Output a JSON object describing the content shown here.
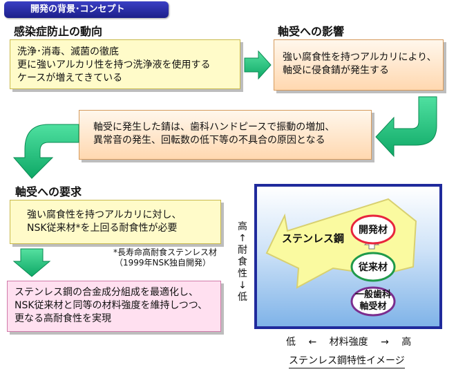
{
  "header": {
    "title": "開発の背景･コンセプト"
  },
  "sections": {
    "infection": {
      "heading": "感染症防止の動向",
      "lines": [
        "洗浄･消毒、滅菌の徹底",
        "更に強いアルカリ性を持つ洗浄液を使用する",
        "ケースが増えてきている"
      ]
    },
    "bearing_impact": {
      "heading": "軸受への影響",
      "lines": [
        "強い腐食性を持つアルカリにより、",
        "軸受に侵食錆が発生する"
      ]
    },
    "rust_effect": {
      "lines": [
        "軸受に発生した錆は、歯科ハンドピースで振動の増加、",
        "異常音の発生、回転数の低下等の不具合の原因となる"
      ]
    },
    "requirement": {
      "heading": "軸受への要求",
      "lines": [
        "強い腐食性を持つアルカリに対し、",
        "NSK従来材*を上回る耐食性が必要"
      ]
    },
    "footnote": {
      "lines": [
        "*長寿命高耐食ステンレス材",
        "（1999年NSK独自開発）"
      ]
    },
    "solution": {
      "lines": [
        "ステンレス鋼の合金成分組成を最適化し、",
        "NSK従来材と同等の材料強度を維持しつつ、",
        "更なる高耐食性を実現"
      ]
    }
  },
  "chart": {
    "caption": "ステンレス鋼特性イメージ",
    "big_arrow_label": "ステンレス鋼",
    "y_axis": {
      "high": "高",
      "arrow_up": "↑",
      "label_chars": [
        "耐",
        "食",
        "性"
      ],
      "arrow_down": "↓",
      "low": "低"
    },
    "x_axis": {
      "low": "低",
      "arrow_left": "←",
      "label": "材料強度",
      "arrow_right": "→",
      "high": "高"
    },
    "items": [
      {
        "label": "開発材",
        "color": "#e8253c"
      },
      {
        "label": "従来材",
        "color": "#1f9a4a"
      },
      {
        "label_lines": [
          "一般歯科",
          "軸受材"
        ],
        "color": "#7b2d8e"
      }
    ],
    "colors": {
      "background": "#1f2a9c",
      "inner_top": "#ffffff",
      "inner_bottom": "#7fb3e8",
      "arrow_fill": "#fafaa0"
    }
  },
  "colors": {
    "flow_arrow": "#19c07a",
    "title_badge": "#1c1f8a"
  }
}
